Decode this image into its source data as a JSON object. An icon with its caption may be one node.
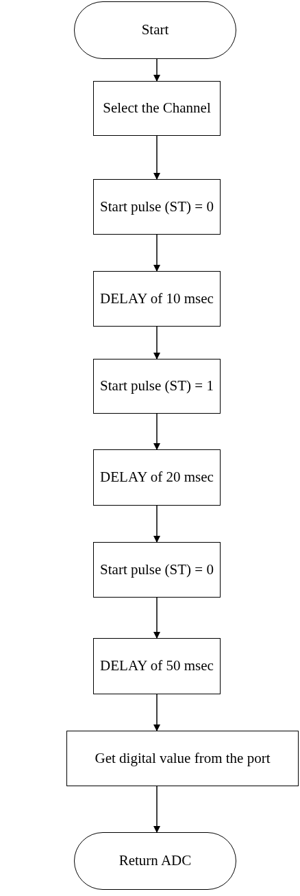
{
  "diagram": {
    "nodes": [
      {
        "text": [
          "Start"
        ]
      },
      {
        "text": [
          "Select the Channel"
        ]
      },
      {
        "text": [
          "Start pulse (ST) = 0"
        ]
      },
      {
        "text": [
          "DELAY of 10 msec"
        ]
      },
      {
        "text": [
          "Start pulse (ST) = 1"
        ]
      },
      {
        "text": [
          "DELAY of 20 msec"
        ]
      },
      {
        "text": [
          "Start pulse (ST) = 0"
        ]
      },
      {
        "text": [
          "DELAY of 50 msec"
        ]
      },
      {
        "text": [
          "Get digital value from the port"
        ]
      },
      {
        "text": [
          "Return ADC"
        ]
      }
    ],
    "edges": [
      {
        "from": 0,
        "to": 1,
        "arrow": "to"
      },
      {
        "from": 1,
        "to": 2,
        "arrow": "to"
      },
      {
        "from": 2,
        "to": 3,
        "arrow": "to"
      },
      {
        "from": 3,
        "to": 4,
        "arrow": "to"
      },
      {
        "from": 4,
        "to": 5,
        "arrow": "to"
      },
      {
        "from": 5,
        "to": 6,
        "arrow": "to"
      },
      {
        "from": 6,
        "to": 7,
        "arrow": "to"
      },
      {
        "from": 7,
        "to": 8,
        "arrow": "to"
      },
      {
        "from": 8,
        "to": 9,
        "arrow": "to"
      }
    ]
  }
}
